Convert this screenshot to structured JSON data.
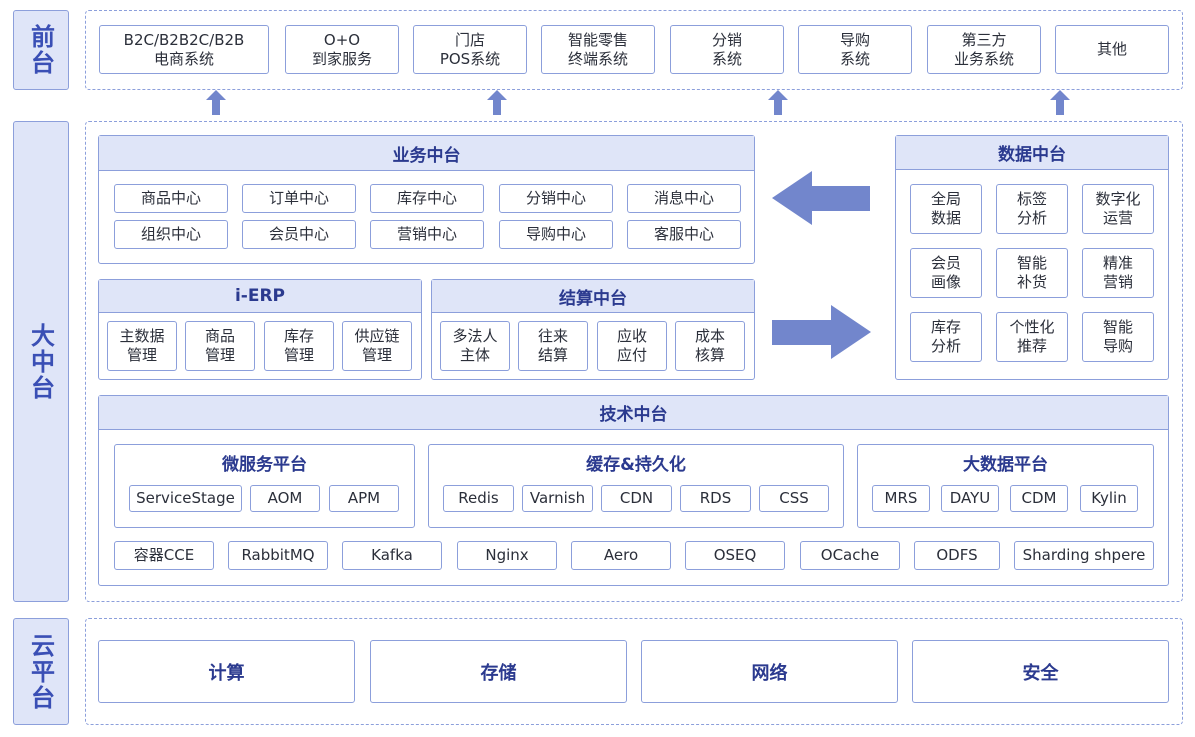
{
  "layers": {
    "front": "前台",
    "middle": "大中台",
    "cloud": "云平台"
  },
  "front_systems": [
    "B2C/B2B2C/B2B\n电商系统",
    "O+O\n到家服务",
    "门店\nPOS系统",
    "智能零售\n终端系统",
    "分销\n系统",
    "导购\n系统",
    "第三方\n业务系统",
    "其他"
  ],
  "business": {
    "title": "业务中台",
    "items": [
      "商品中心",
      "订单中心",
      "库存中心",
      "分销中心",
      "消息中心",
      "组织中心",
      "会员中心",
      "营销中心",
      "导购中心",
      "客服中心"
    ]
  },
  "ierp": {
    "title": "i-ERP",
    "items": [
      "主数据\n管理",
      "商品\n管理",
      "库存\n管理",
      "供应链\n管理"
    ]
  },
  "settlement": {
    "title": "结算中台",
    "items": [
      "多法人\n主体",
      "往来\n结算",
      "应收\n应付",
      "成本\n核算"
    ]
  },
  "data_platform": {
    "title": "数据中台",
    "items": [
      "全局\n数据",
      "标签\n分析",
      "数字化\n运营",
      "会员\n画像",
      "智能\n补货",
      "精准\n营销",
      "库存\n分析",
      "个性化\n推荐",
      "智能\n导购"
    ]
  },
  "tech": {
    "title": "技术中台",
    "microservice": {
      "title": "微服务平台",
      "items": [
        "ServiceStage",
        "AOM",
        "APM"
      ]
    },
    "cache": {
      "title": "缓存&持久化",
      "items": [
        "Redis",
        "Varnish",
        "CDN",
        "RDS",
        "CSS"
      ]
    },
    "bigdata": {
      "title": "大数据平台",
      "items": [
        "MRS",
        "DAYU",
        "CDM",
        "Kylin"
      ]
    },
    "bottom": [
      "容器CCE",
      "RabbitMQ",
      "Kafka",
      "Nginx",
      "Aero",
      "OSEQ",
      "OCache",
      "ODFS",
      "Sharding shpere"
    ]
  },
  "cloud": [
    "计算",
    "存储",
    "网络",
    "安全"
  ],
  "colors": {
    "accent": "#3a4fb5",
    "border": "#8c9fdb",
    "fill": "#dfe5f8",
    "arrow": "#7286cc"
  }
}
